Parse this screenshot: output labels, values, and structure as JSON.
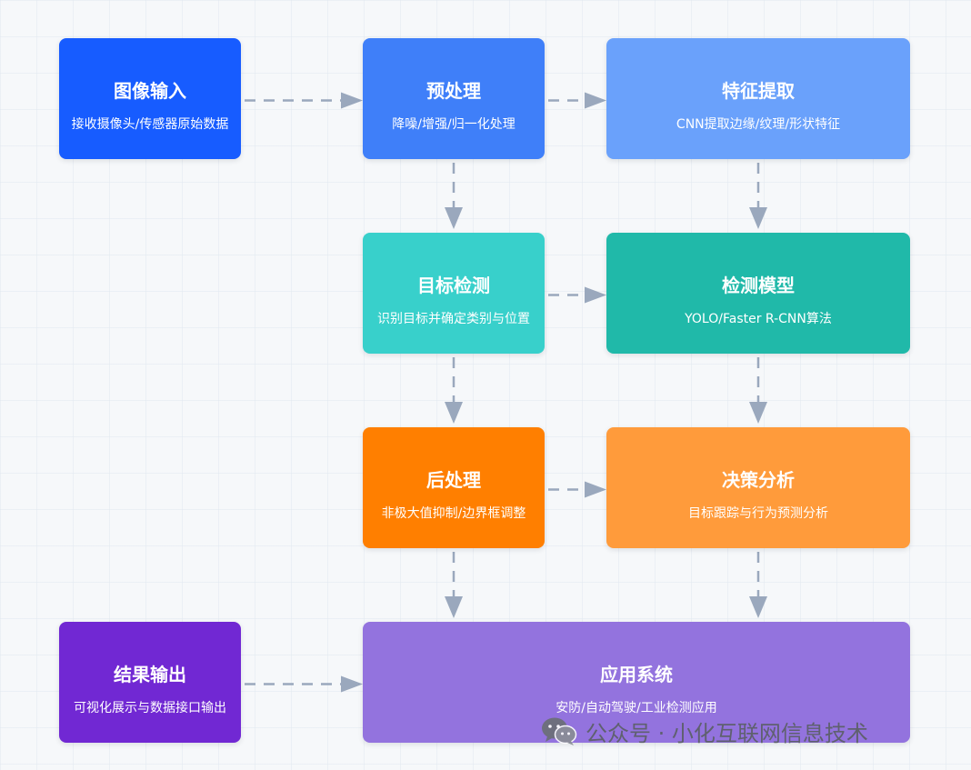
{
  "nodes": [
    {
      "id": "image-input",
      "title": "图像输入",
      "desc": "接收摄像头/传感器原始数据",
      "color": "#175cff"
    },
    {
      "id": "preprocess",
      "title": "预处理",
      "desc": "降噪/增强/归一化处理",
      "color": "#3f7ff9"
    },
    {
      "id": "feature-extract",
      "title": "特征提取",
      "desc": "CNN提取边缘/纹理/形状特征",
      "color": "#6aa1fb"
    },
    {
      "id": "target-detect",
      "title": "目标检测",
      "desc": "识别目标并确定类别与位置",
      "color": "#38d0cb"
    },
    {
      "id": "detect-model",
      "title": "检测模型",
      "desc": "YOLO/Faster R-CNN算法",
      "color": "#20b9a9"
    },
    {
      "id": "postprocess",
      "title": "后处理",
      "desc": "非极大值抑制/边界框调整",
      "color": "#ff7f00"
    },
    {
      "id": "decision",
      "title": "决策分析",
      "desc": "目标跟踪与行为预测分析",
      "color": "#ff9b3b"
    },
    {
      "id": "result-output",
      "title": "结果输出",
      "desc": "可视化展示与数据接口输出",
      "color": "#7128d3"
    },
    {
      "id": "app-system",
      "title": "应用系统",
      "desc": "安防/自动驾驶/工业检测应用",
      "color": "#9373de"
    }
  ],
  "edges": [
    {
      "from": "image-input",
      "to": "preprocess"
    },
    {
      "from": "preprocess",
      "to": "feature-extract"
    },
    {
      "from": "preprocess",
      "to": "target-detect"
    },
    {
      "from": "feature-extract",
      "to": "detect-model"
    },
    {
      "from": "target-detect",
      "to": "detect-model"
    },
    {
      "from": "target-detect",
      "to": "postprocess"
    },
    {
      "from": "detect-model",
      "to": "decision"
    },
    {
      "from": "postprocess",
      "to": "decision"
    },
    {
      "from": "postprocess",
      "to": "app-system"
    },
    {
      "from": "decision",
      "to": "app-system"
    },
    {
      "from": "result-output",
      "to": "app-system"
    }
  ],
  "style": {
    "connector_color": "#9aa8bd",
    "background": "#f6f8fa"
  },
  "watermark": {
    "text": "公众号 · 小化互联网信息技术",
    "icon": "wechat-icon"
  }
}
